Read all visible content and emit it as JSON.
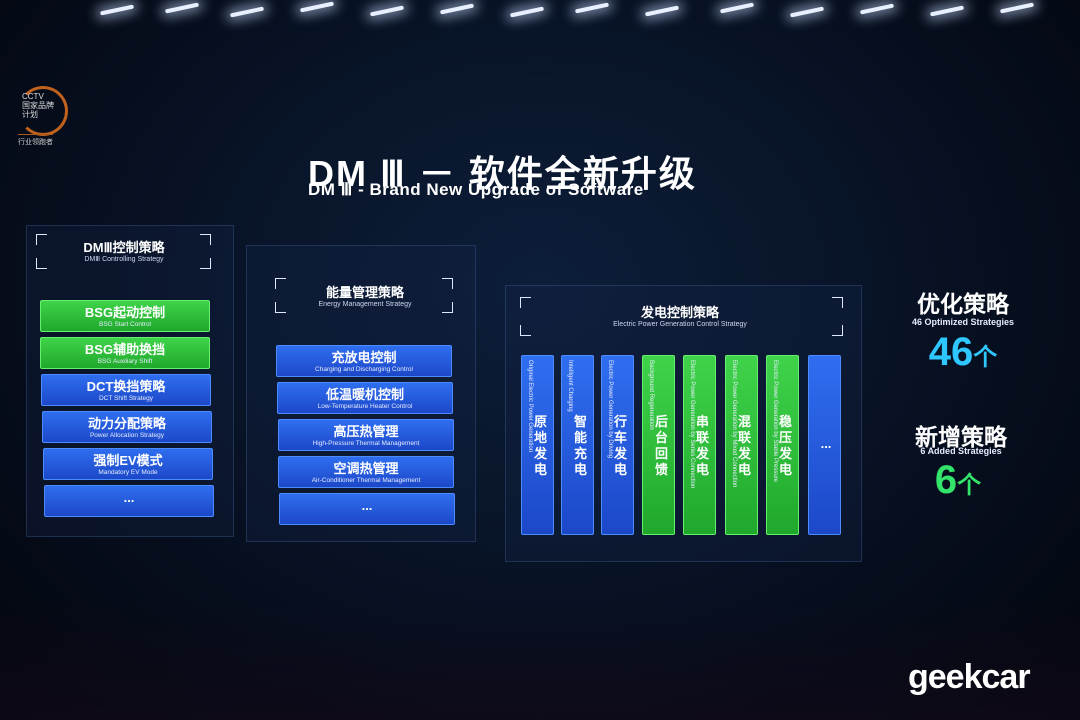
{
  "logo": {
    "top": "CCTV",
    "line1": "国家品牌",
    "line2": "计划",
    "bottom": "行业领跑者"
  },
  "title": {
    "zh": "DM Ⅲ － 软件全新升级",
    "en": "DM Ⅲ -  Brand New Upgrade of Software"
  },
  "dm3_control": {
    "heading": {
      "zh": "DMⅢ控制策略",
      "en": "DMⅢ Controlling Strategy"
    },
    "items": [
      {
        "zh": "BSG起动控制",
        "en": "BSG Start Control",
        "color": "green"
      },
      {
        "zh": "BSG辅助换挡",
        "en": "BSG Auxiliary Shift",
        "color": "green"
      },
      {
        "zh": "DCT换挡策略",
        "en": "DCT Shift Strategy",
        "color": "blue"
      },
      {
        "zh": "动力分配策略",
        "en": "Power Allocation Strategy",
        "color": "blue"
      },
      {
        "zh": "强制EV模式",
        "en": "Mandatory EV Mode",
        "color": "blue"
      },
      {
        "zh": "...",
        "en": "",
        "color": "blue"
      }
    ]
  },
  "energy_management": {
    "heading": {
      "zh": "能量管理策略",
      "en": "Energy Management Strategy"
    },
    "items": [
      {
        "zh": "充放电控制",
        "en": "Charging and Discharging Control"
      },
      {
        "zh": "低温暖机控制",
        "en": "Low-Temperature Heater Control"
      },
      {
        "zh": "高压热管理",
        "en": "High-Pressure Thermal Management"
      },
      {
        "zh": "空调热管理",
        "en": "Air-Conditioner Thermal Management"
      },
      {
        "zh": "...",
        "en": ""
      }
    ]
  },
  "power_generation": {
    "heading": {
      "zh": "发电控制策略",
      "en": "Electric Power Generation Control Strategy"
    },
    "columns": [
      {
        "zh": "原地发电",
        "en": "Original Electric Power Generation",
        "color": "blue"
      },
      {
        "zh": "智能充电",
        "en": "Intelligent Charging",
        "color": "blue"
      },
      {
        "zh": "行车发电",
        "en": "Electric Power Generation by Driving",
        "color": "blue"
      },
      {
        "zh": "后台回馈",
        "en": "Background Regeneration",
        "color": "green"
      },
      {
        "zh": "串联发电",
        "en": "Electric Power Generation by Series Connection",
        "color": "green"
      },
      {
        "zh": "混联发电",
        "en": "Electric Power Generation by Mixed Connection",
        "color": "green"
      },
      {
        "zh": "稳压发电",
        "en": "Electric Power Generation by Stable Pressure",
        "color": "green"
      },
      {
        "zh": "...",
        "en": "",
        "color": "blue"
      }
    ]
  },
  "stats": {
    "optimized": {
      "zh": "优化策略",
      "en": "46 Optimized Strategies",
      "value": "46",
      "unit": "个",
      "color": "#2ec7ff"
    },
    "added": {
      "zh": "新增策略",
      "en": "6 Added Strategies",
      "value": "6",
      "unit": "个",
      "color": "#33e36a"
    }
  },
  "watermark": "geekcar",
  "colors": {
    "blue": "#2a63e6",
    "green": "#34c83f"
  }
}
